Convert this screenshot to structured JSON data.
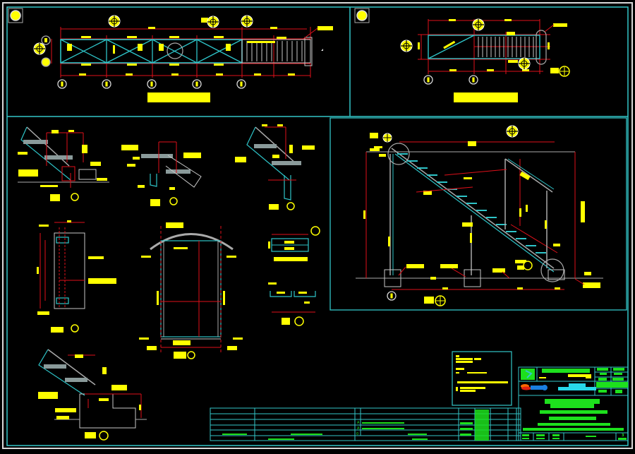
{
  "sheet": {
    "background": "#000000",
    "colors": {
      "frame": "#33c6c8",
      "outer_border": "#d8d8d8",
      "dimension": "#e0101a",
      "label": "#ffff00",
      "member": "#2ec4c8",
      "outline": "#c8c8c8",
      "titleblock_text": "#1de01d"
    }
  },
  "panels": [
    {
      "id": "plan-left",
      "type": "top-plan-view",
      "grid_markers": 5,
      "bays_braced": 4
    },
    {
      "id": "plan-right",
      "type": "top-plan-view",
      "grid_markers": 2
    },
    {
      "id": "details",
      "type": "connection-details",
      "detail_count": 8
    },
    {
      "id": "elevation",
      "type": "stair-side-elevation",
      "steps": 14
    }
  ],
  "labels": {
    "detail_marker": "⊕",
    "grid_marker": "0"
  },
  "title_block": {
    "revisions": [
      {
        "rev": "A",
        "desc": ""
      },
      {
        "rev": "A",
        "desc": ""
      },
      {
        "rev": "0",
        "desc": ""
      }
    ],
    "sheet_number": "3"
  }
}
